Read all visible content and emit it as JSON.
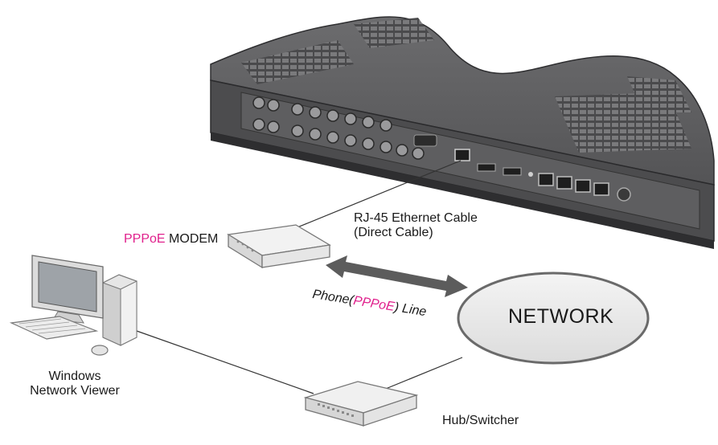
{
  "labels": {
    "cable_line1": "RJ-45 Ethernet Cable",
    "cable_line2": "(Direct Cable)",
    "modem_prefix": "PPPoE",
    "modem_suffix": " MODEM",
    "phone_prefix": "Phone(",
    "phone_mid": "PPPoE",
    "phone_suffix": ") Line",
    "network": "NETWORK",
    "pc_line1": "Windows",
    "pc_line2": "Network Viewer",
    "hub": "Hub/Switcher"
  },
  "colors": {
    "accent": "#e0208c",
    "device_body": "#5a5a5c",
    "device_dark": "#3a3a3c",
    "line": "#333333"
  }
}
